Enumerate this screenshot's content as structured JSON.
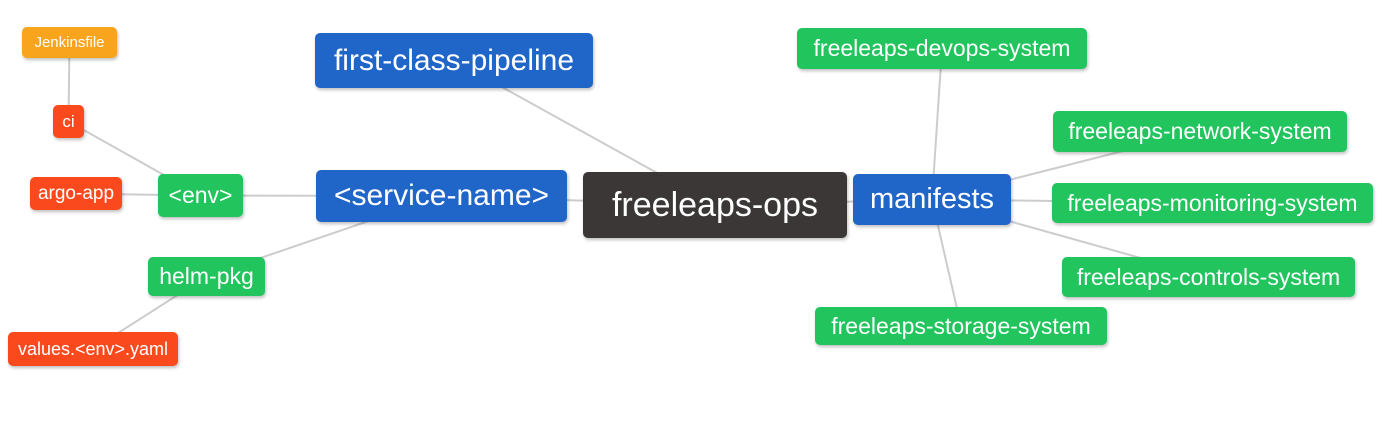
{
  "diagram": {
    "type": "mindmap",
    "root_label": "freeleaps-ops"
  },
  "colors": {
    "blue": "#2065c8",
    "green": "#21c45d",
    "red": "#fa4a1d",
    "orange": "#f8a41d",
    "dark": "#3b3737",
    "edge": "#cccccc",
    "text": "#ffffff",
    "background": "#ffffff"
  },
  "nodes": [
    {
      "id": "jenkinsfile",
      "label": "Jenkinsfile",
      "color": "orange"
    },
    {
      "id": "ci",
      "label": "ci",
      "color": "red"
    },
    {
      "id": "argo-app",
      "label": "argo-app",
      "color": "red"
    },
    {
      "id": "env",
      "label": "<env>",
      "color": "green"
    },
    {
      "id": "helm-pkg",
      "label": "helm-pkg",
      "color": "green"
    },
    {
      "id": "values-env-yaml",
      "label": "values.<env>.yaml",
      "color": "red"
    },
    {
      "id": "first-class-pipeline",
      "label": "first-class-pipeline",
      "color": "blue"
    },
    {
      "id": "service-name",
      "label": "<service-name>",
      "color": "blue"
    },
    {
      "id": "freeleaps-ops",
      "label": "freeleaps-ops",
      "color": "dark"
    },
    {
      "id": "manifests",
      "label": "manifests",
      "color": "blue"
    },
    {
      "id": "freeleaps-devops-system",
      "label": "freeleaps-devops-system",
      "color": "green"
    },
    {
      "id": "freeleaps-network-system",
      "label": "freeleaps-network-system",
      "color": "green"
    },
    {
      "id": "freeleaps-monitoring-system",
      "label": "freeleaps-monitoring-system",
      "color": "green"
    },
    {
      "id": "freeleaps-controls-system",
      "label": "freeleaps-controls-system",
      "color": "green"
    },
    {
      "id": "freeleaps-storage-system",
      "label": "freeleaps-storage-system",
      "color": "green"
    }
  ],
  "edges": [
    [
      "jenkinsfile",
      "ci"
    ],
    [
      "ci",
      "env"
    ],
    [
      "argo-app",
      "env"
    ],
    [
      "env",
      "service-name"
    ],
    [
      "helm-pkg",
      "service-name"
    ],
    [
      "values-env-yaml",
      "helm-pkg"
    ],
    [
      "first-class-pipeline",
      "freeleaps-ops"
    ],
    [
      "service-name",
      "freeleaps-ops"
    ],
    [
      "freeleaps-ops",
      "manifests"
    ],
    [
      "manifests",
      "freeleaps-devops-system"
    ],
    [
      "manifests",
      "freeleaps-network-system"
    ],
    [
      "manifests",
      "freeleaps-monitoring-system"
    ],
    [
      "manifests",
      "freeleaps-controls-system"
    ],
    [
      "manifests",
      "freeleaps-storage-system"
    ]
  ]
}
